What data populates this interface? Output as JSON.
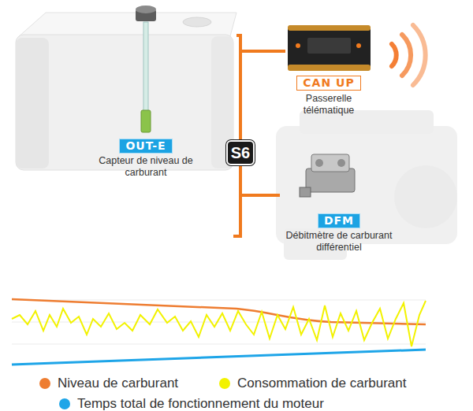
{
  "diagram": {
    "nodes": [
      {
        "text": [
          "OUT-E",
          "Capteur de niveau de carburant"
        ]
      },
      {
        "text": [
          "CAN UP",
          "Passerelle télématique"
        ]
      },
      {
        "text": [
          "S6"
        ]
      },
      {
        "text": [
          "DFM",
          "Débitmètre de carburant différentiel"
        ]
      }
    ],
    "edges": [
      {
        "from": 2,
        "to": 0,
        "arrow": "none"
      },
      {
        "from": 2,
        "to": 1,
        "arrow": "none"
      },
      {
        "from": 2,
        "to": 3,
        "arrow": "none"
      }
    ],
    "legend": [
      {
        "text": "Niveau de carburant",
        "color": "#ee7d31"
      },
      {
        "text": "Consommation de carburant",
        "color": "#f2f200"
      },
      {
        "text": "Temps total de fonctionnement du moteur",
        "color": "#1ea5e8"
      }
    ]
  }
}
